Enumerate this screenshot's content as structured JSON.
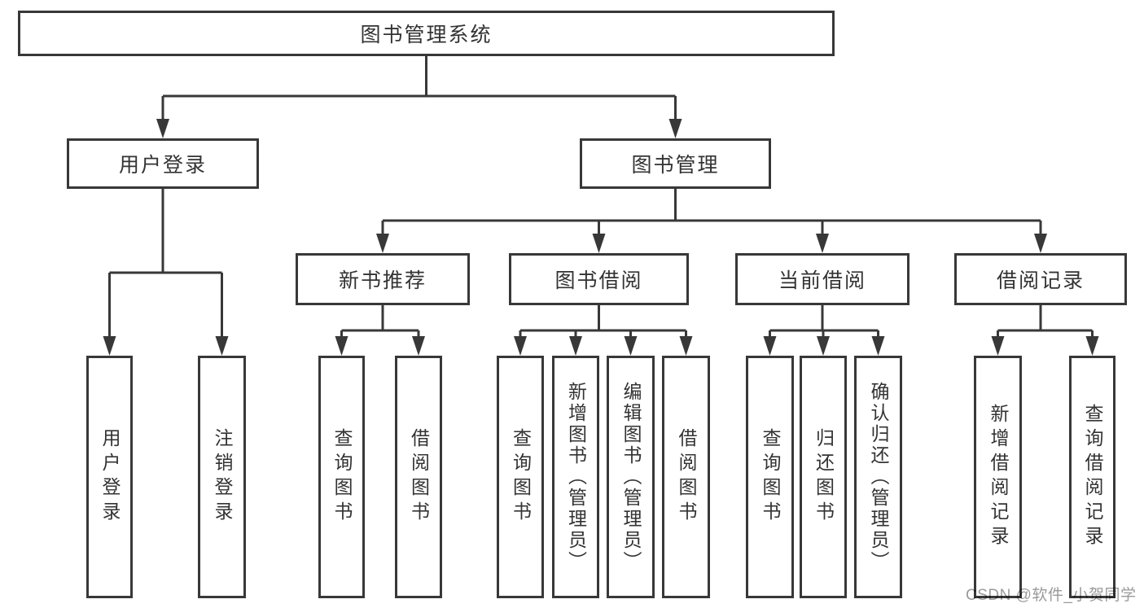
{
  "tree": {
    "label": "图书管理系统",
    "children": [
      {
        "label": "用户登录",
        "children": [
          {
            "label": "用户登录"
          },
          {
            "label": "注销登录"
          }
        ]
      },
      {
        "label": "图书管理",
        "children": [
          {
            "label": "新书推荐",
            "children": [
              {
                "label": "查询图书"
              },
              {
                "label": "借阅图书"
              }
            ]
          },
          {
            "label": "图书借阅",
            "children": [
              {
                "label": "查询图书"
              },
              {
                "label": "新增图书（管理员）"
              },
              {
                "label": "编辑图书（管理员）"
              },
              {
                "label": "借阅图书"
              }
            ]
          },
          {
            "label": "当前借阅",
            "children": [
              {
                "label": "查询图书"
              },
              {
                "label": "归还图书"
              },
              {
                "label": "确认归还（管理员）"
              }
            ]
          },
          {
            "label": "借阅记录",
            "children": [
              {
                "label": "新增借阅记录"
              },
              {
                "label": "查询借阅记录"
              }
            ]
          }
        ]
      }
    ]
  },
  "watermark": {
    "text": "CSDN @软件_小贺同学"
  },
  "colors": {
    "line": "#383838",
    "text": "#333333",
    "background": "#ffffff",
    "watermark": "#9a9a9a"
  }
}
